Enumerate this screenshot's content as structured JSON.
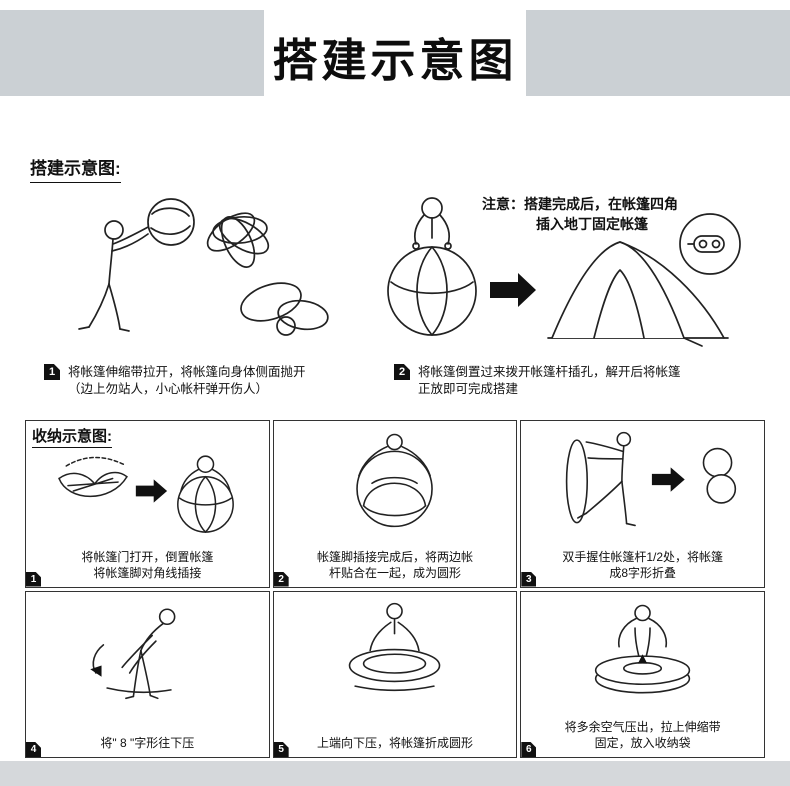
{
  "banner": {
    "title": "搭建示意图"
  },
  "setup": {
    "heading": "搭建示意图:",
    "note_line1": "注意：搭建完成后，在帐篷四角",
    "note_line2": "插入地丁固定帐篷",
    "steps": [
      {
        "num": "1",
        "line1": "将帐篷伸缩带拉开，将帐篷向身体侧面抛开",
        "line2": "（边上勿站人，小心帐杆弹开伤人）"
      },
      {
        "num": "2",
        "line1": "将帐篷倒置过来拨开帐篷杆插孔，解开后将帐篷",
        "line2": "正放即可完成搭建"
      }
    ]
  },
  "storage": {
    "heading": "收纳示意图:",
    "steps": [
      {
        "num": "1",
        "line1": "将帐篷门打开，倒置帐篷",
        "line2": "将帐篷脚对角线插接"
      },
      {
        "num": "2",
        "line1": "帐篷脚插接完成后，将两边帐",
        "line2": "杆贴合在一起，成为圆形"
      },
      {
        "num": "3",
        "line1": "双手握住帐篷杆1/2处，将帐篷",
        "line2": "成8字形折叠"
      },
      {
        "num": "4",
        "line1": "将\" 8 \"字形往下压",
        "line2": ""
      },
      {
        "num": "5",
        "line1": "上端向下压，将帐篷折成圆形",
        "line2": ""
      },
      {
        "num": "6",
        "line1": "将多余空气压出，拉上伸缩带",
        "line2": "固定，放入收纳袋"
      }
    ]
  },
  "icons": {
    "step_marker": "black clipped-corner square with white step number",
    "arrow_right": "solid black right-pointing arrow"
  },
  "colors": {
    "banner_gray": "#cbd0d4",
    "footer_gray": "#d5d8db",
    "ink": "#111111",
    "marker_bg": "#111111"
  }
}
